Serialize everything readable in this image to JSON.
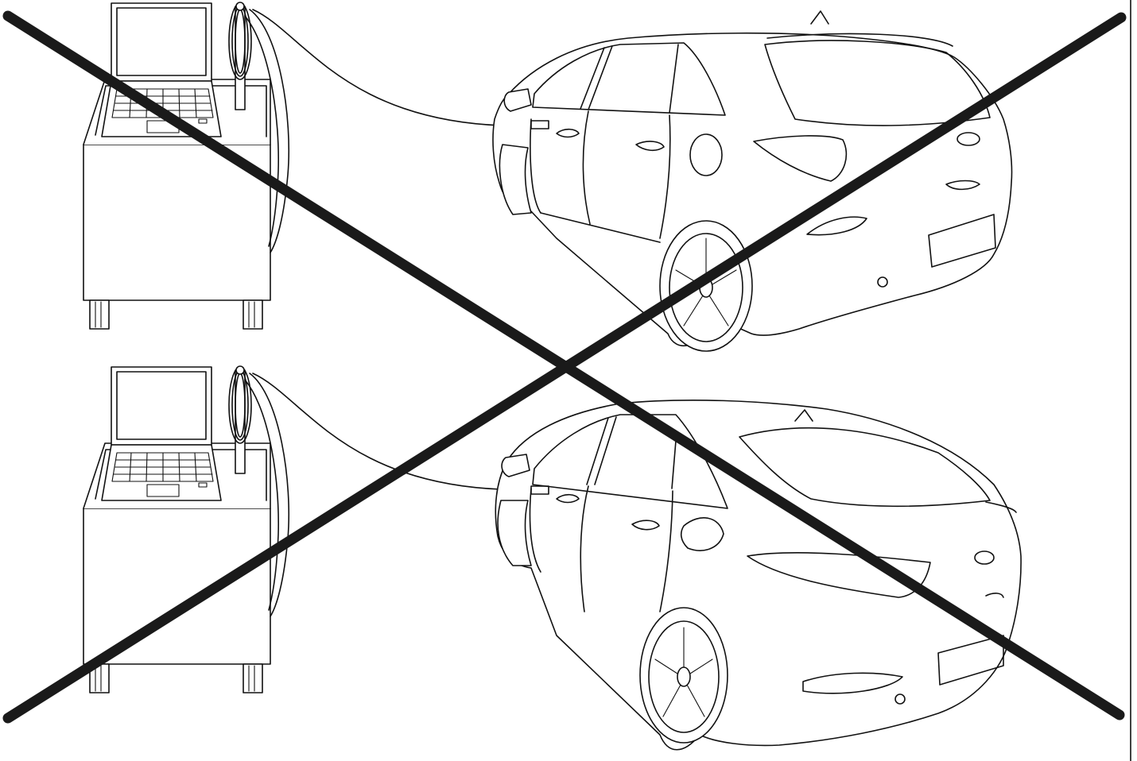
{
  "figure": {
    "type": "prohibition-illustration",
    "panels": [
      {
        "equipment": "diagnostic-cart-with-laptop",
        "vehicle": "hatchback"
      },
      {
        "equipment": "diagnostic-cart-with-laptop",
        "vehicle": "fastback"
      }
    ],
    "overlay": "cross-out-x",
    "colors": {
      "line": "#111111",
      "cross": "#1a1a1a",
      "background": "#ffffff"
    }
  }
}
